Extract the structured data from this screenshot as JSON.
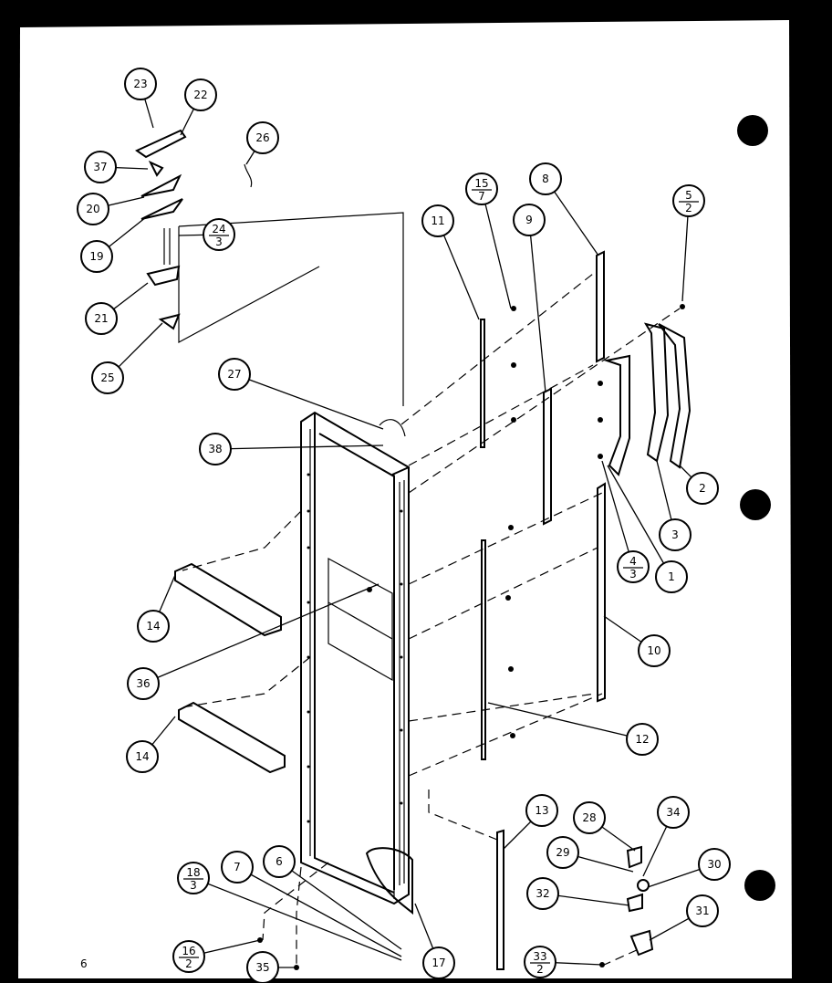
{
  "page_number": "6",
  "callouts": [
    {
      "label": "23"
    },
    {
      "label": "22"
    },
    {
      "label": "37"
    },
    {
      "label": "26"
    },
    {
      "label": "20"
    },
    {
      "label": "19"
    },
    {
      "label": "21"
    },
    {
      "label": "25"
    },
    {
      "label": "27"
    },
    {
      "label": "38"
    },
    {
      "label": "11"
    },
    {
      "label": "15",
      "sub": "7"
    },
    {
      "label": "9"
    },
    {
      "label": "8"
    },
    {
      "label": "5",
      "sub": "2"
    },
    {
      "label": "24",
      "sub": "3"
    },
    {
      "label": "2"
    },
    {
      "label": "3"
    },
    {
      "label": "1"
    },
    {
      "label": "4",
      "sub": "3"
    },
    {
      "label": "10"
    },
    {
      "label": "14"
    },
    {
      "label": "36"
    },
    {
      "label": "14"
    },
    {
      "label": "12"
    },
    {
      "label": "13"
    },
    {
      "label": "28"
    },
    {
      "label": "34"
    },
    {
      "label": "29"
    },
    {
      "label": "30"
    },
    {
      "label": "32"
    },
    {
      "label": "31"
    },
    {
      "label": "7"
    },
    {
      "label": "6"
    },
    {
      "label": "18",
      "sub": "3"
    },
    {
      "label": "16",
      "sub": "2"
    },
    {
      "label": "35"
    },
    {
      "label": "17"
    },
    {
      "label": "33",
      "sub": "2"
    }
  ]
}
